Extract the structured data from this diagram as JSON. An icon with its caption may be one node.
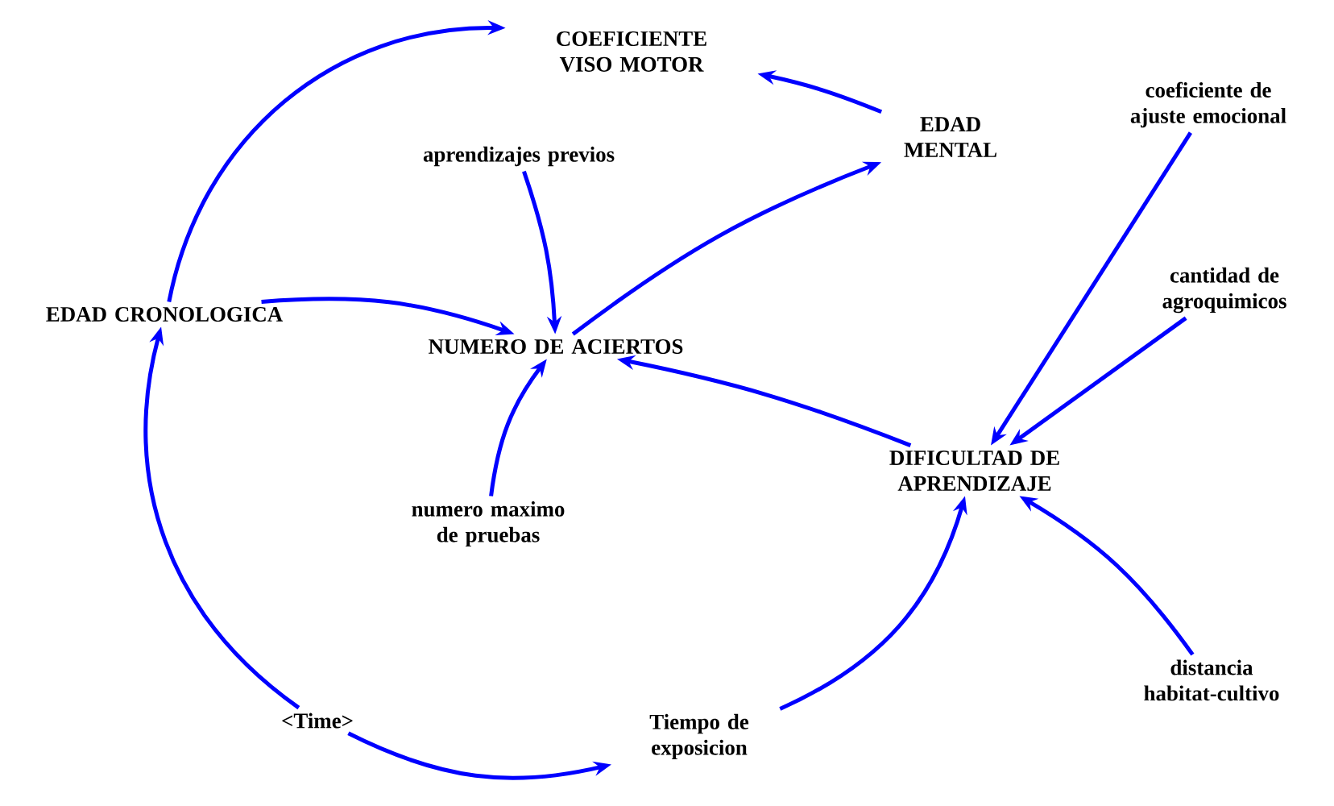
{
  "diagram": {
    "nodes": [
      {
        "text": [
          "COEFICIENTE VISO MOTOR"
        ]
      },
      {
        "text": [
          "EDAD MENTAL"
        ]
      },
      {
        "text": [
          "coeficiente de ajuste emocional"
        ]
      },
      {
        "text": [
          "aprendizajes previos"
        ]
      },
      {
        "text": [
          "EDAD CRONOLOGICA"
        ]
      },
      {
        "text": [
          "NUMERO DE ACIERTOS"
        ]
      },
      {
        "text": [
          "cantidad de agroquimicos"
        ]
      },
      {
        "text": [
          "DIFICULTAD DE APRENDIZAJE"
        ]
      },
      {
        "text": [
          "numero maximo de pruebas"
        ]
      },
      {
        "text": [
          "<Time>"
        ]
      },
      {
        "text": [
          "Tiempo de exposicion"
        ]
      },
      {
        "text": [
          "distancia habitat-cultivo"
        ]
      }
    ],
    "edges": [
      {
        "from": 4,
        "to": 0,
        "arrow": "to"
      },
      {
        "from": 1,
        "to": 0,
        "arrow": "to"
      },
      {
        "from": 5,
        "to": 1,
        "arrow": "to"
      },
      {
        "from": 3,
        "to": 5,
        "arrow": "to"
      },
      {
        "from": 4,
        "to": 5,
        "arrow": "to"
      },
      {
        "from": 8,
        "to": 5,
        "arrow": "to"
      },
      {
        "from": 7,
        "to": 5,
        "arrow": "to"
      },
      {
        "from": 2,
        "to": 7,
        "arrow": "to"
      },
      {
        "from": 6,
        "to": 7,
        "arrow": "to"
      },
      {
        "from": 11,
        "to": 7,
        "arrow": "to"
      },
      {
        "from": 9,
        "to": 4,
        "arrow": "to"
      },
      {
        "from": 9,
        "to": 10,
        "arrow": "to"
      },
      {
        "from": 10,
        "to": 7,
        "arrow": "to"
      }
    ]
  }
}
